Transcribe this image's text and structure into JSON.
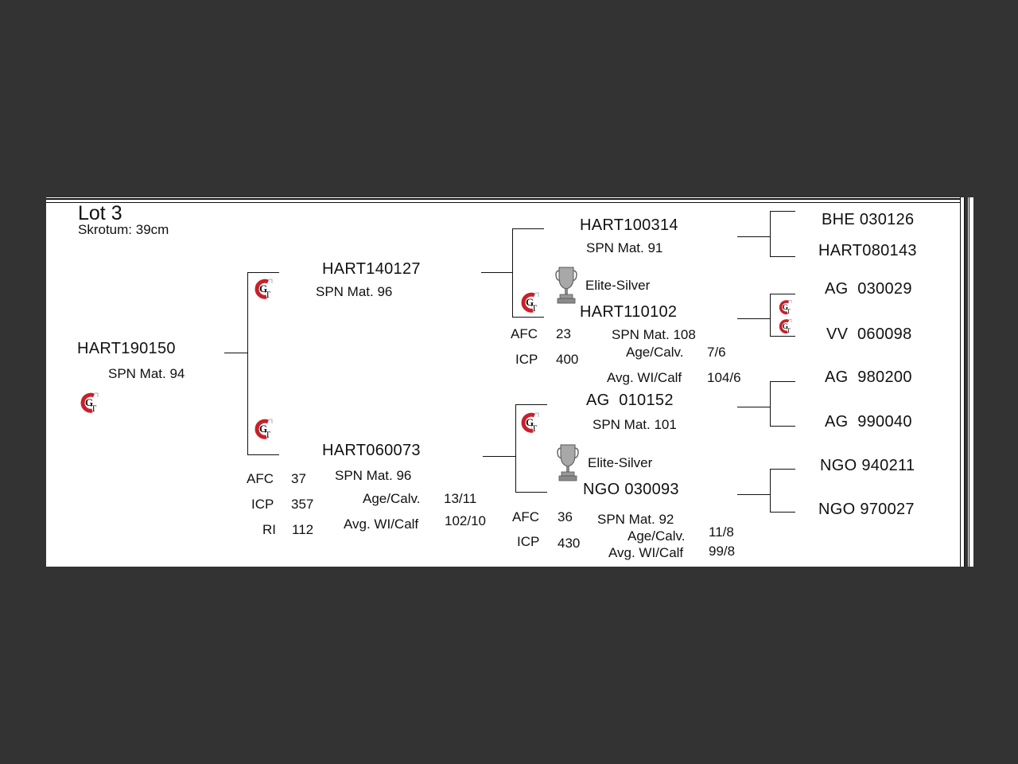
{
  "header": {
    "lot": "Lot 3",
    "skrotum": "Skrotum: 39cm"
  },
  "animal": {
    "id": "HART190150",
    "spn": "SPN Mat. 94"
  },
  "sire": {
    "id": "HART140127",
    "spn": "SPN Mat. 96"
  },
  "dam": {
    "id": "HART060073",
    "spn": "SPN Mat. 96",
    "afc_label": "AFC",
    "afc": "37",
    "icp_label": "ICP",
    "icp": "357",
    "ri_label": "RI",
    "ri": "112",
    "age_label": "Age/Calv.",
    "age": "13/11",
    "wi_label": "Avg. WI/Calf",
    "wi": "102/10"
  },
  "sire_sire": {
    "id": "HART100314",
    "spn": "SPN Mat. 91"
  },
  "sire_dam": {
    "award": "Elite-Silver",
    "id": "HART110102",
    "spn": "SPN Mat. 108",
    "afc_label": "AFC",
    "afc": "23",
    "icp_label": "ICP",
    "icp": "400",
    "age_label": "Age/Calv.",
    "age": "7/6",
    "wi_label": "Avg. WI/Calf",
    "wi": "104/6"
  },
  "dam_sire": {
    "id": "AG  010152",
    "spn": "SPN Mat. 101"
  },
  "dam_dam": {
    "award": "Elite-Silver",
    "id": "NGO 030093",
    "spn": "SPN Mat. 92",
    "afc_label": "AFC",
    "afc": "36",
    "icp_label": "ICP",
    "icp": "430",
    "age_label": "Age/Calv.",
    "age": "11/8",
    "wi_label": "Avg. WI/Calf",
    "wi": "99/8"
  },
  "gen4": [
    "BHE 030126",
    "HART080143",
    "AG  030029",
    "VV  060098",
    "AG  980200",
    "AG  990040",
    "NGO 940211",
    "NGO 970027"
  ],
  "colors": {
    "logo_red": "#c8202a",
    "trophy": "#9a9a9a",
    "background": "#333333"
  }
}
